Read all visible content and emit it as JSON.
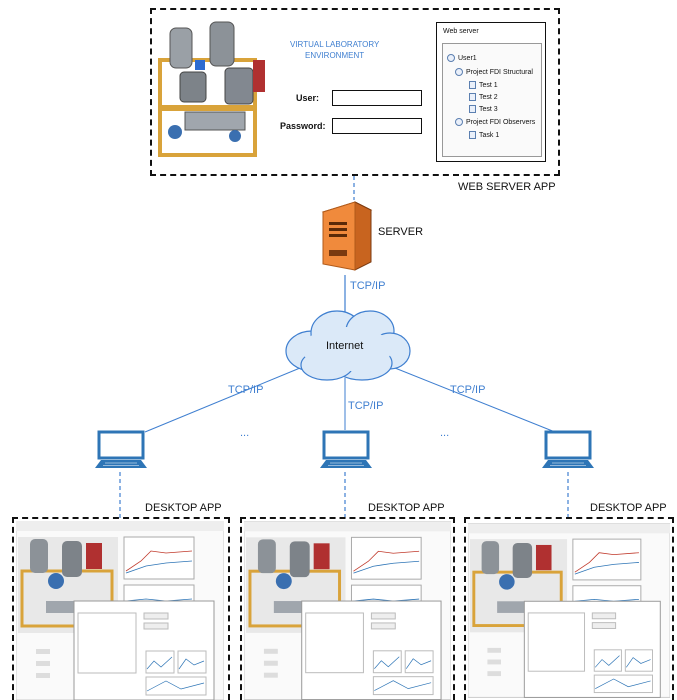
{
  "web_server_app": {
    "title_line1": "VIRTUAL LABORATORY",
    "title_line2": "ENVIRONMENT",
    "user_label": "User:",
    "password_label": "Password:",
    "user_value": "",
    "password_value": "",
    "caption": "WEB SERVER APP",
    "panel": {
      "title": "Web server",
      "tree": [
        {
          "label": "User1",
          "level": 0,
          "icon": "users-icon"
        },
        {
          "label": "Project FDI Structural",
          "level": 1,
          "icon": "project-icon"
        },
        {
          "label": "Test 1",
          "level": 2,
          "icon": "document-icon"
        },
        {
          "label": "Test 2",
          "level": 2,
          "icon": "document-icon"
        },
        {
          "label": "Test 3",
          "level": 2,
          "icon": "document-icon"
        },
        {
          "label": "Project FDI Observers",
          "level": 1,
          "icon": "project-icon"
        },
        {
          "label": "Task 1",
          "level": 2,
          "icon": "document-icon"
        }
      ]
    }
  },
  "server": {
    "label": "SERVER",
    "link_label": "TCP/IP",
    "icon": "server-icon"
  },
  "cloud": {
    "label": "Internet",
    "icon": "cloud-icon"
  },
  "links": {
    "left": "TCP/IP",
    "center": "TCP/IP",
    "right": "TCP/IP"
  },
  "ellipsis": {
    "left": "...",
    "right": "..."
  },
  "desktop_apps": [
    {
      "caption": "DESKTOP APP"
    },
    {
      "caption": "DESKTOP APP"
    },
    {
      "caption": "DESKTOP APP"
    }
  ],
  "colors": {
    "accent_blue": "#3f7fd0",
    "server_orange": "#f08a3c",
    "cloud_fill": "#dbe9f8",
    "laptop_blue": "#2e75b6"
  }
}
